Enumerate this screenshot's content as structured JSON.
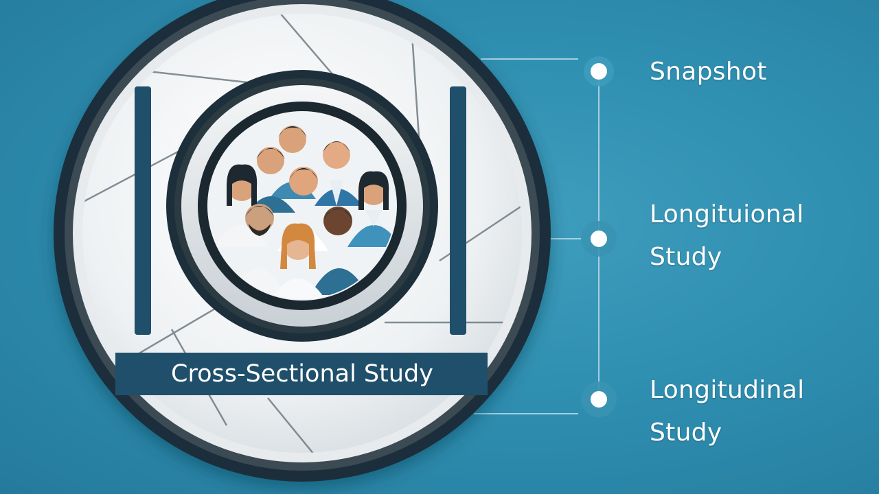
{
  "banner": {
    "text": "Cross-Sectional Study"
  },
  "timeline": {
    "items": [
      {
        "lines": [
          "Snapshot"
        ]
      },
      {
        "lines": [
          "Longituional",
          "Study"
        ]
      },
      {
        "lines": [
          "Longitudinal",
          "Study"
        ]
      }
    ]
  },
  "icons": {
    "lens": "camera-lens-icon",
    "group": "group-of-people-icon",
    "node": "timeline-node-icon"
  }
}
